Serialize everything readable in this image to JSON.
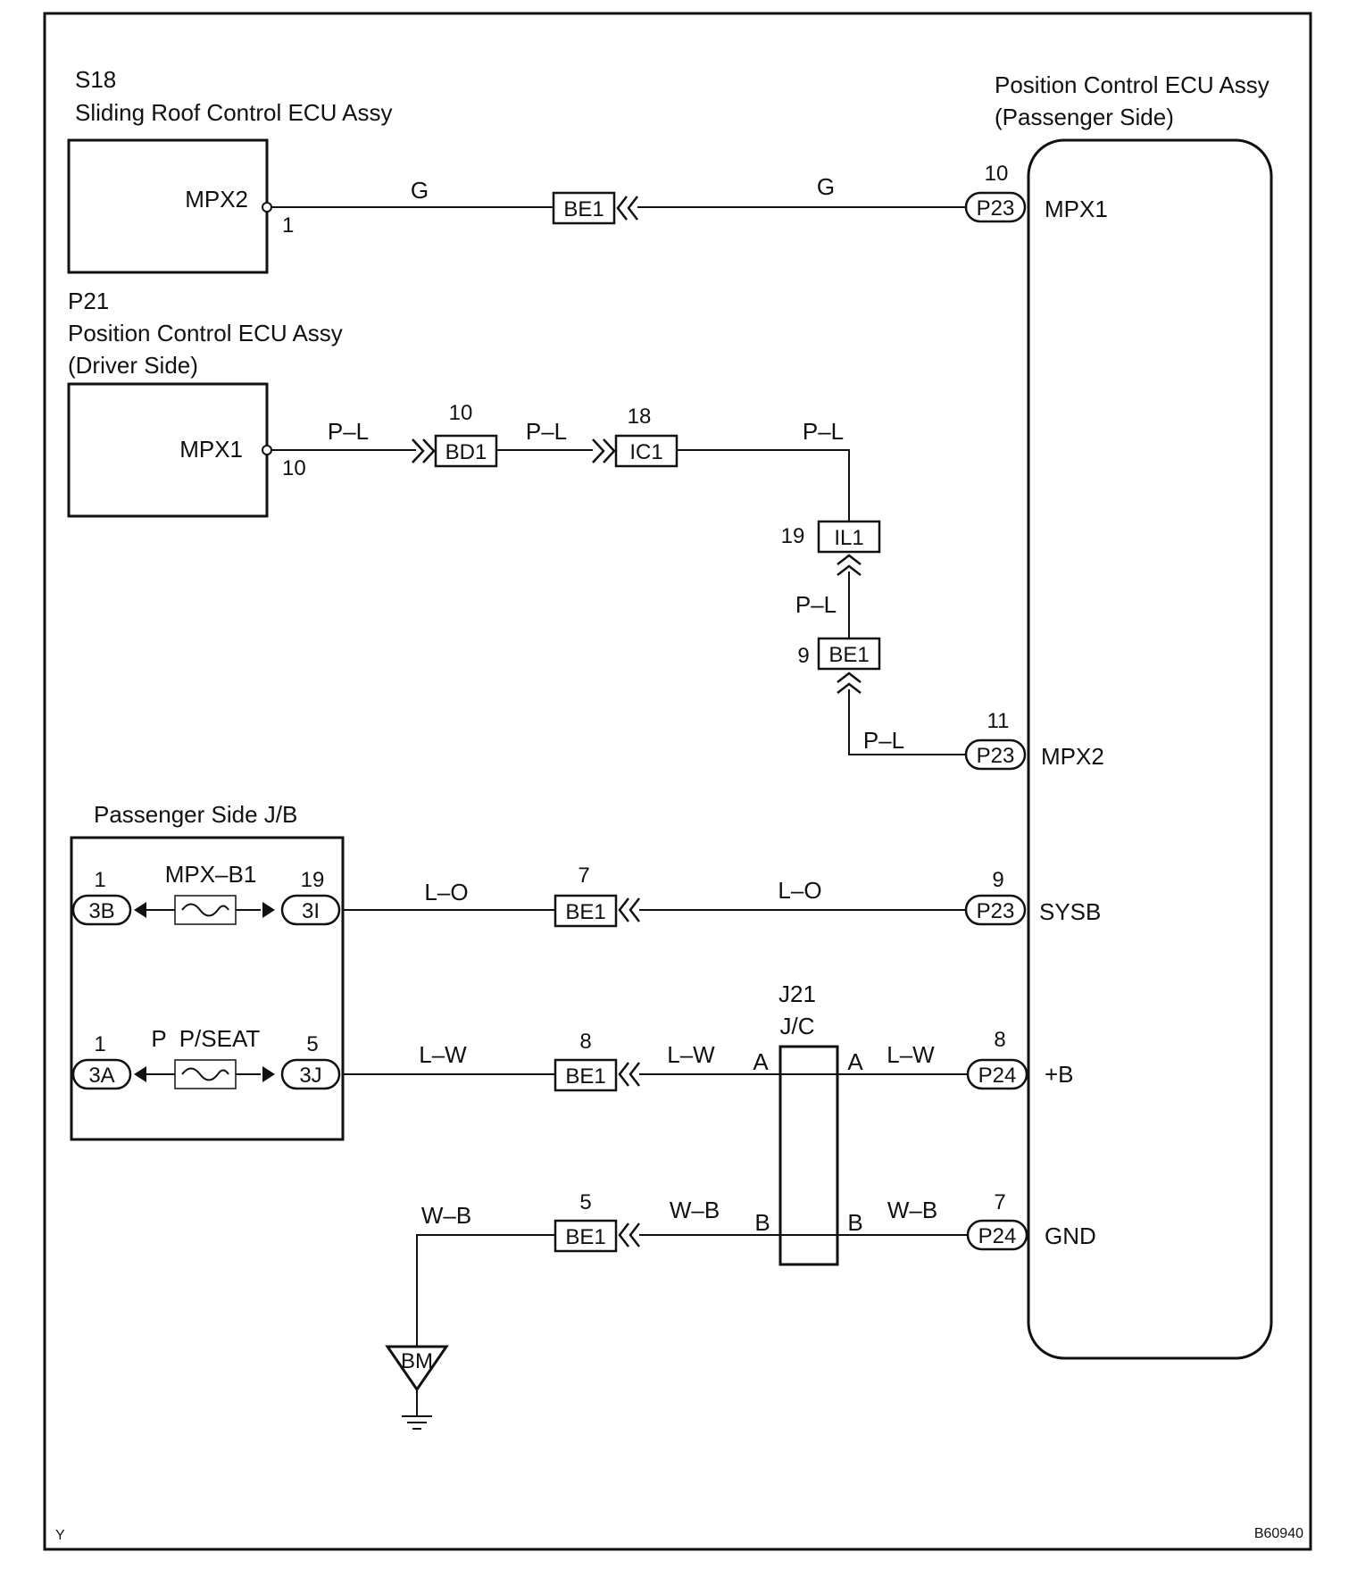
{
  "components": {
    "sliding_roof_ecu": {
      "id": "S18",
      "name": "Sliding Roof Control ECU Assy",
      "terminal": "MPX2",
      "pin": "1"
    },
    "driver_ecu": {
      "id": "P21",
      "name": "Position Control ECU Assy",
      "side": "(Driver Side)",
      "terminal": "MPX1",
      "pin": "10"
    },
    "passenger_ecu": {
      "name": "Position Control ECU Assy",
      "side": "(Passenger Side)",
      "terminals": [
        {
          "pin": "10",
          "conn": "P23",
          "name": "MPX1"
        },
        {
          "pin": "11",
          "conn": "P23",
          "name": "MPX2"
        },
        {
          "pin": "9",
          "conn": "P23",
          "name": "SYSB"
        },
        {
          "pin": "8",
          "conn": "P24",
          "name": "+B"
        },
        {
          "pin": "7",
          "conn": "P24",
          "name": "GND"
        }
      ]
    },
    "jb": {
      "title": "Passenger Side J/B",
      "fuses": [
        {
          "name": "MPX–B1",
          "prefix": "",
          "in_pin": "1",
          "in_conn": "3B",
          "out_pin": "19",
          "out_conn": "3I"
        },
        {
          "name": "P/SEAT",
          "prefix": "P",
          "in_pin": "1",
          "in_conn": "3A",
          "out_pin": "5",
          "out_conn": "3J"
        }
      ]
    },
    "junction": {
      "id": "J21",
      "name": "J/C",
      "pin_a": "A",
      "pin_b": "B"
    },
    "ground": {
      "id": "BM"
    }
  },
  "connectors": {
    "be1": "BE1",
    "bd1": {
      "name": "BD1",
      "pin": "10"
    },
    "ic1": {
      "name": "IC1",
      "pin": "18"
    },
    "il1": {
      "name": "IL1",
      "pin": "19"
    },
    "be1_9": "9",
    "be1_7": "7",
    "be1_8": "8",
    "be1_5": "5"
  },
  "wires": {
    "g": "G",
    "pl": "P–L",
    "lo": "L–O",
    "lw": "L–W",
    "wb": "W–B"
  },
  "footer": {
    "left": "Y",
    "right": "B60940"
  }
}
